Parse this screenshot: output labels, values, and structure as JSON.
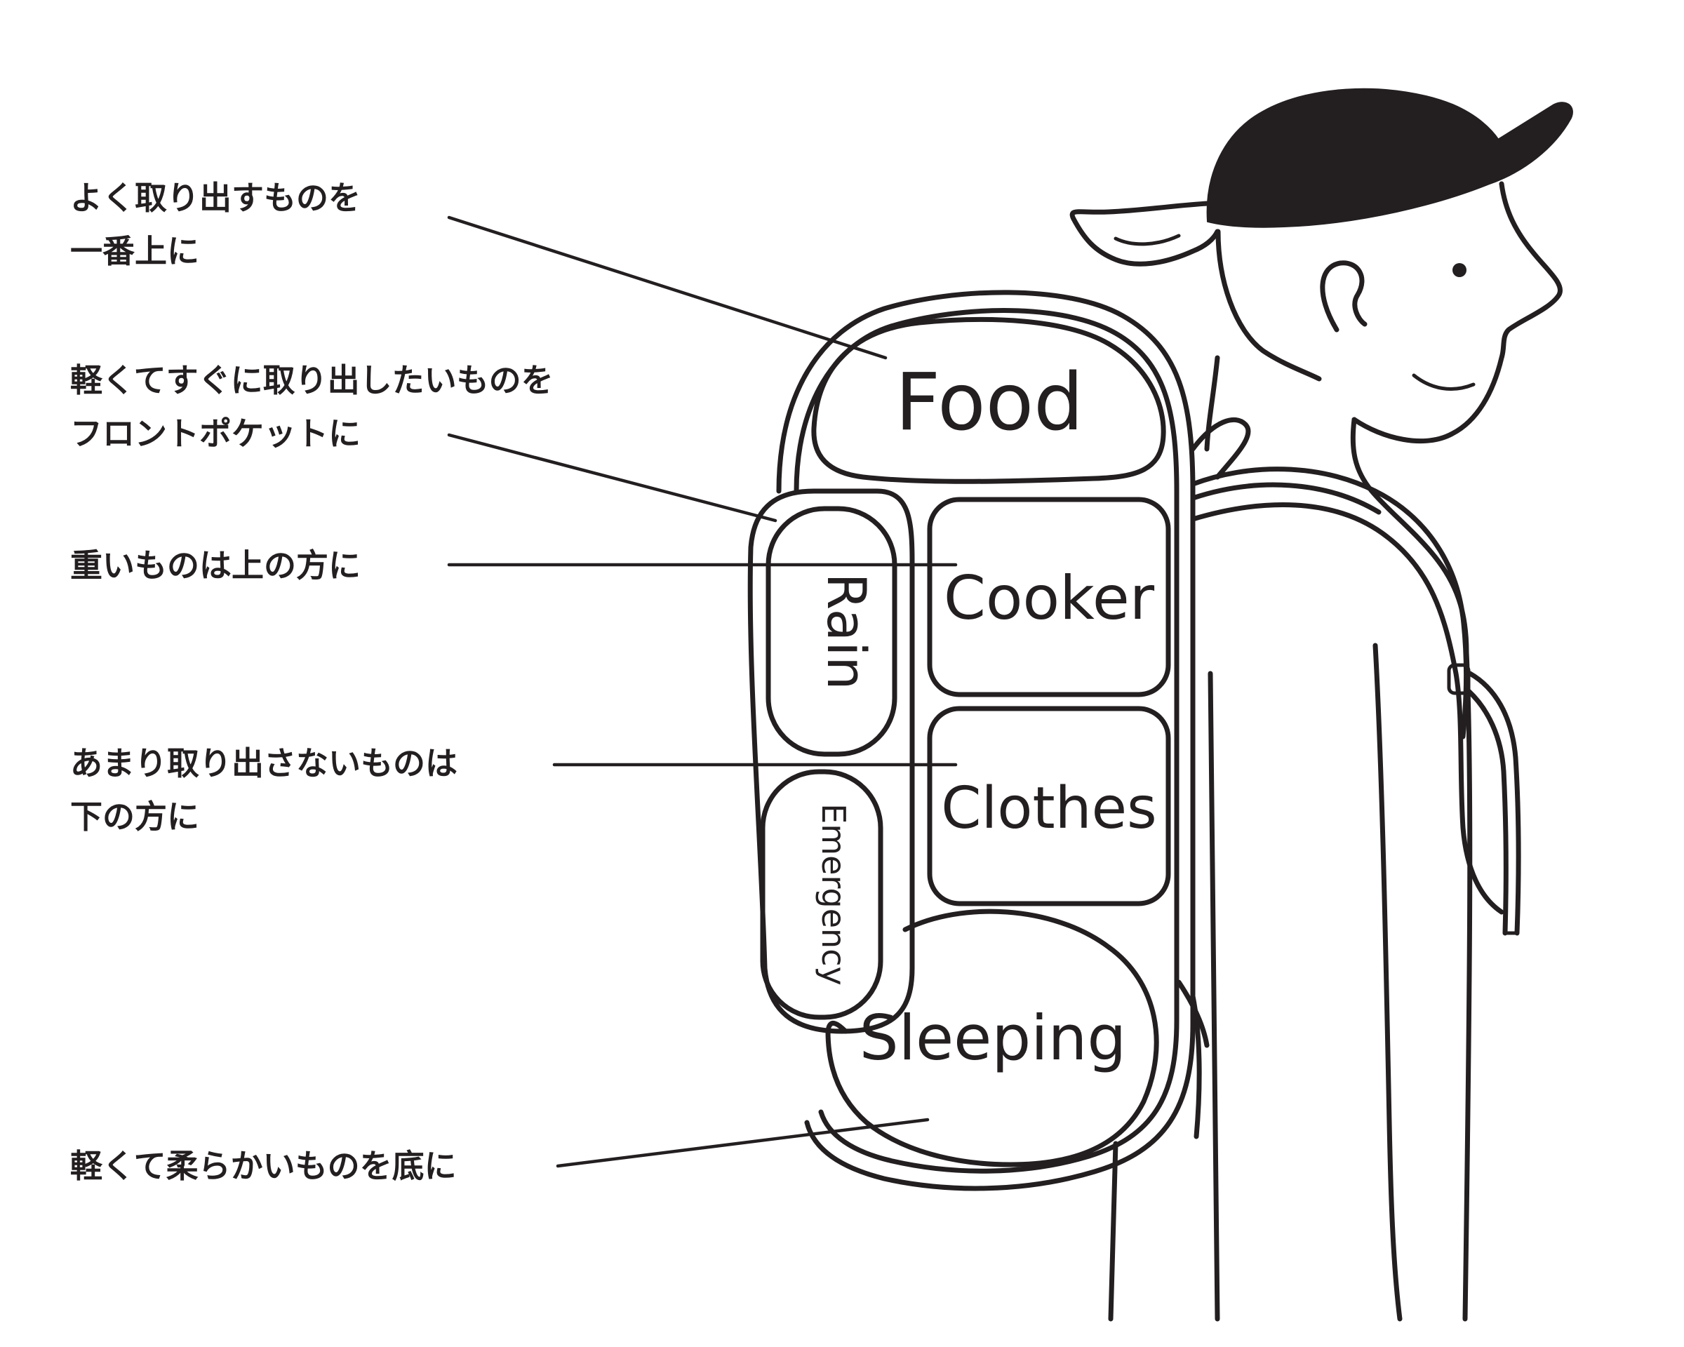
{
  "callouts": [
    {
      "id": "top",
      "lines": [
        "よく取り出すものを",
        "一番上に"
      ]
    },
    {
      "id": "front-pocket",
      "lines": [
        "軽くてすぐに取り出したいものを",
        "フロントポケットに"
      ]
    },
    {
      "id": "heavy",
      "lines": [
        "重いものは上の方に"
      ]
    },
    {
      "id": "lower",
      "lines": [
        "あまり取り出さないものは",
        "下の方に"
      ]
    },
    {
      "id": "bottom",
      "lines": [
        "軽くて柔らかいものを底に"
      ]
    }
  ],
  "compartments": {
    "food": "Food",
    "cooker": "Cooker",
    "clothes": "Clothes",
    "sleeping": "Sleeping",
    "rain": "Rain",
    "emergency": "Emergency"
  },
  "colors": {
    "ink": "#231f20",
    "background": "#ffffff"
  }
}
